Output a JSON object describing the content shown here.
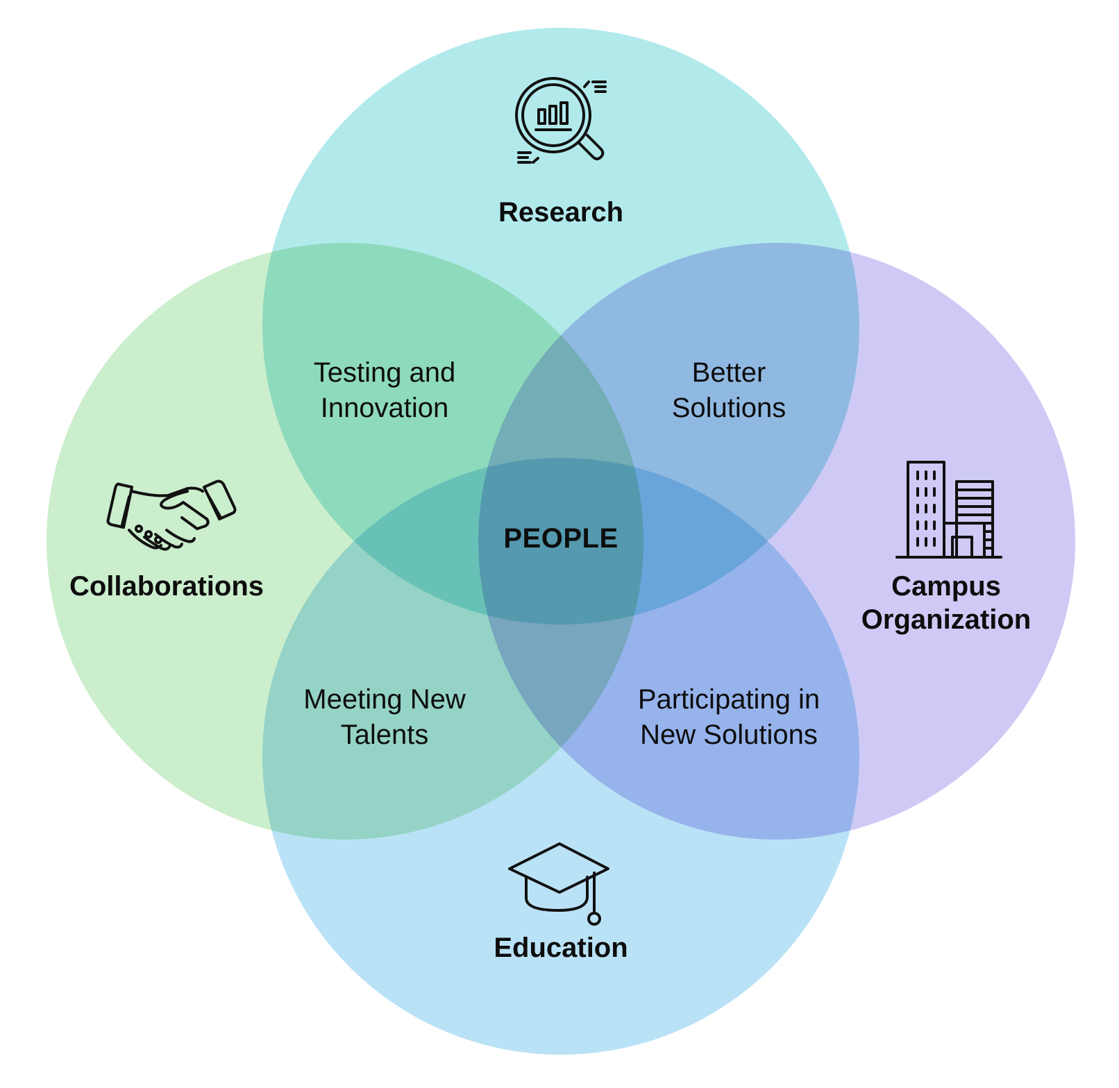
{
  "diagram": {
    "type": "venn",
    "center_label": "PEOPLE",
    "sets": [
      {
        "id": "research",
        "label_lines": [
          "Research"
        ],
        "icon": "magnifier-chart-icon",
        "color": "#7fdcdf"
      },
      {
        "id": "collaborations",
        "label_lines": [
          "Collaborations"
        ],
        "icon": "handshake-icon",
        "color": "#a9e2ab"
      },
      {
        "id": "campus",
        "label_lines": [
          "Campus",
          "Organization"
        ],
        "icon": "building-icon",
        "color": "#aea6ee"
      },
      {
        "id": "education",
        "label_lines": [
          "Education"
        ],
        "icon": "graduation-cap-icon",
        "color": "#8ccff0"
      }
    ],
    "overlaps": [
      {
        "id": "research-collaborations",
        "label_lines": [
          "Testing and",
          "Innovation"
        ]
      },
      {
        "id": "research-campus",
        "label_lines": [
          "Better",
          "Solutions"
        ]
      },
      {
        "id": "collaborations-education",
        "label_lines": [
          "Meeting New",
          "Talents"
        ]
      },
      {
        "id": "campus-education",
        "label_lines": [
          "Participating in",
          "New Solutions"
        ]
      }
    ]
  }
}
